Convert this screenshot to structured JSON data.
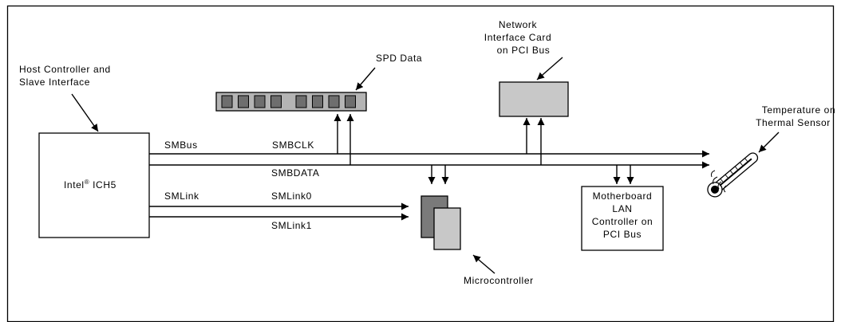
{
  "labels": {
    "host_controller_line1": "Host Controller and",
    "host_controller_line2": "Slave Interface",
    "ich5_name": "Intel",
    "ich5_reg": "®",
    "ich5_model": " ICH5",
    "spd_data": "SPD Data",
    "nic_line1": "Network",
    "nic_line2": "Interface Card",
    "nic_line3": "on PCI Bus",
    "temp_line1": "Temperature on",
    "temp_line2": "Thermal Sensor",
    "smbus": "SMBus",
    "smbclk": "SMBCLK",
    "smbdata": "SMBDATA",
    "smlink": "SMLink",
    "smlink0": "SMLink0",
    "smlink1": "SMLink1",
    "lan_line1": "Motherboard",
    "lan_line2": "LAN",
    "lan_line3": "Controller on",
    "lan_line4": "PCI Bus",
    "microcontroller": "Microcontroller"
  },
  "colors": {
    "line": "#000000",
    "spd_module": "#b4b4b4",
    "spd_chip": "#6e6e6e",
    "nic_card": "#c8c8c8",
    "micro_back": "#7a7a7a",
    "micro_front": "#c8c8c8"
  },
  "spd_chip_count": 8
}
